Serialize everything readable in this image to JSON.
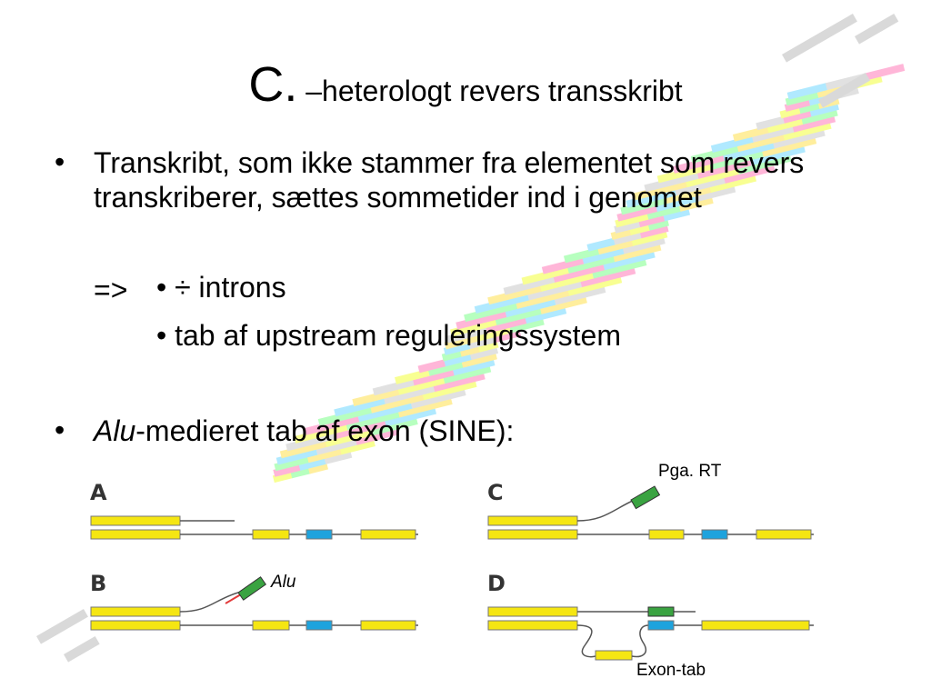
{
  "title": {
    "letter": "C.",
    "rest": " –heterologt revers transskribt"
  },
  "bullets": {
    "b1_dot": "•",
    "b1": "Transkribt, som ikke stammer fra elementet som revers transkriberer, sættes sommetider ind i genomet",
    "arrow": "=>",
    "sub1": "• ÷ introns",
    "sub2": "• tab af upstream reguleringssystem",
    "b2_dot": "•",
    "b2_italic": "Alu",
    "b2_rest": "-medieret tab af exon (SINE):"
  },
  "panels": {
    "A": "A",
    "B": "B",
    "C": "C",
    "D": "D",
    "label_alu": "Alu",
    "label_pga_rt": "Pga. RT",
    "label_exon_tab": "Exon-tab"
  },
  "colors": {
    "exon_yellow": "#f5e612",
    "exon_blue": "#1ea3dd",
    "element_green": "#3aa341",
    "alu_red": "#e23a3a",
    "line": "#555555"
  }
}
